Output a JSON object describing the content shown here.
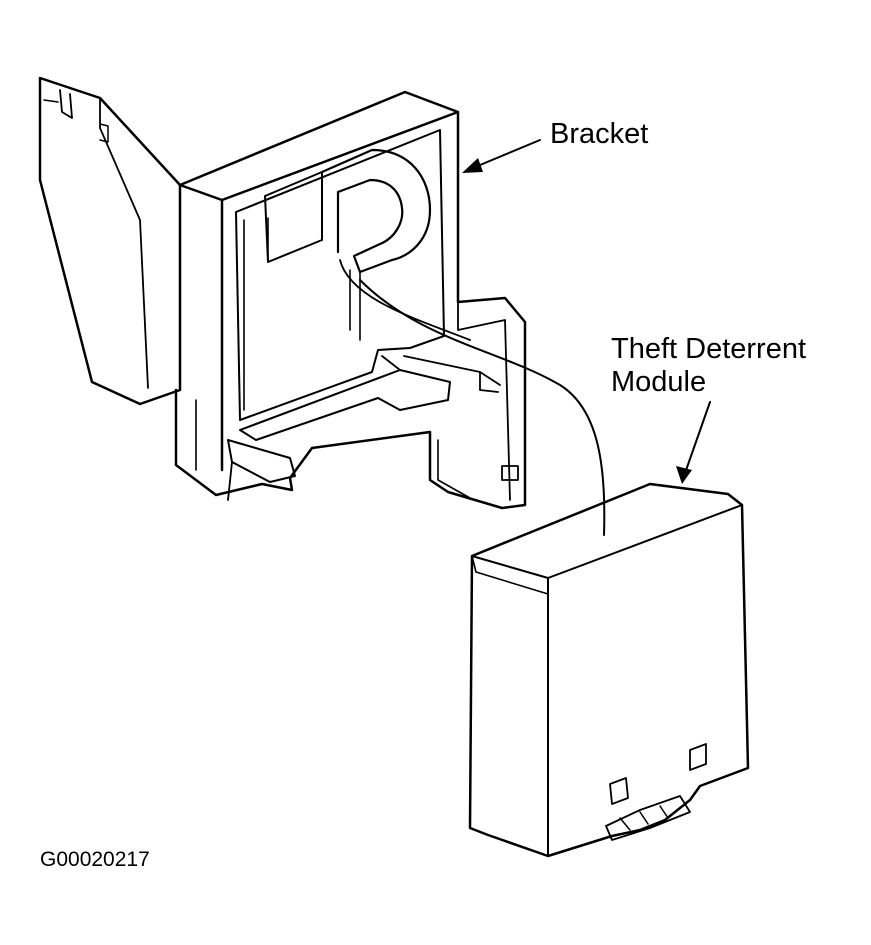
{
  "labels": {
    "bracket": "Bracket",
    "module_line1": "Theft Deterrent",
    "module_line2": "Module",
    "figure_id": "G00020217"
  },
  "colors": {
    "ink": "#000000",
    "background": "#ffffff"
  }
}
